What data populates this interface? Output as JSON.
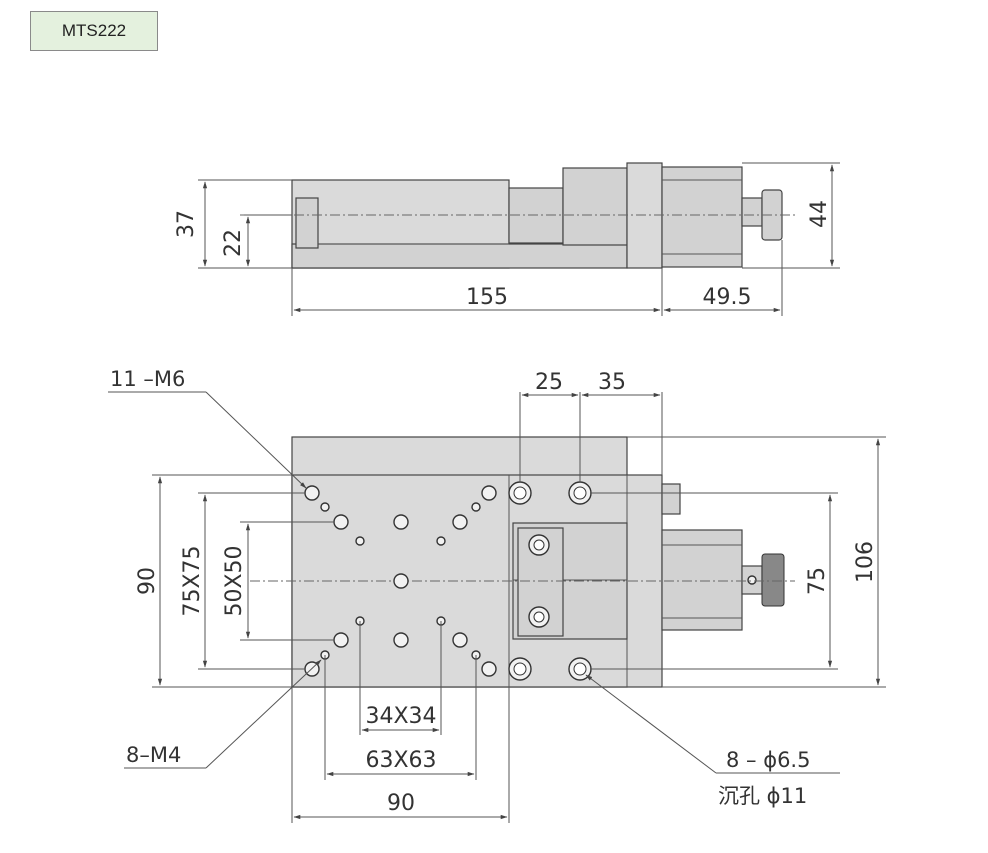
{
  "model": "MTS222",
  "side_view": {
    "dims": {
      "height_total": "37",
      "height_axis": "22",
      "height_right": "44",
      "length_main": "155",
      "length_ext": "49.5"
    }
  },
  "top_view": {
    "dims": {
      "hole_spacing_a": "25",
      "hole_spacing_b": "35",
      "width_left": "90",
      "pattern_75": "75X75",
      "pattern_50": "50X50",
      "height_mid": "75",
      "height_total": "106",
      "pattern_34": "34X34",
      "pattern_63": "63X63",
      "width_bottom": "90"
    },
    "callouts": {
      "m6": "11 –M6",
      "m4": "8–M4",
      "counterbore": "8 – ϕ6.5",
      "counterbore_depth": "沉孔 ϕ11"
    }
  },
  "colors": {
    "tag_bg": "#e4f1de",
    "body": "#dadada",
    "line": "#444444"
  }
}
